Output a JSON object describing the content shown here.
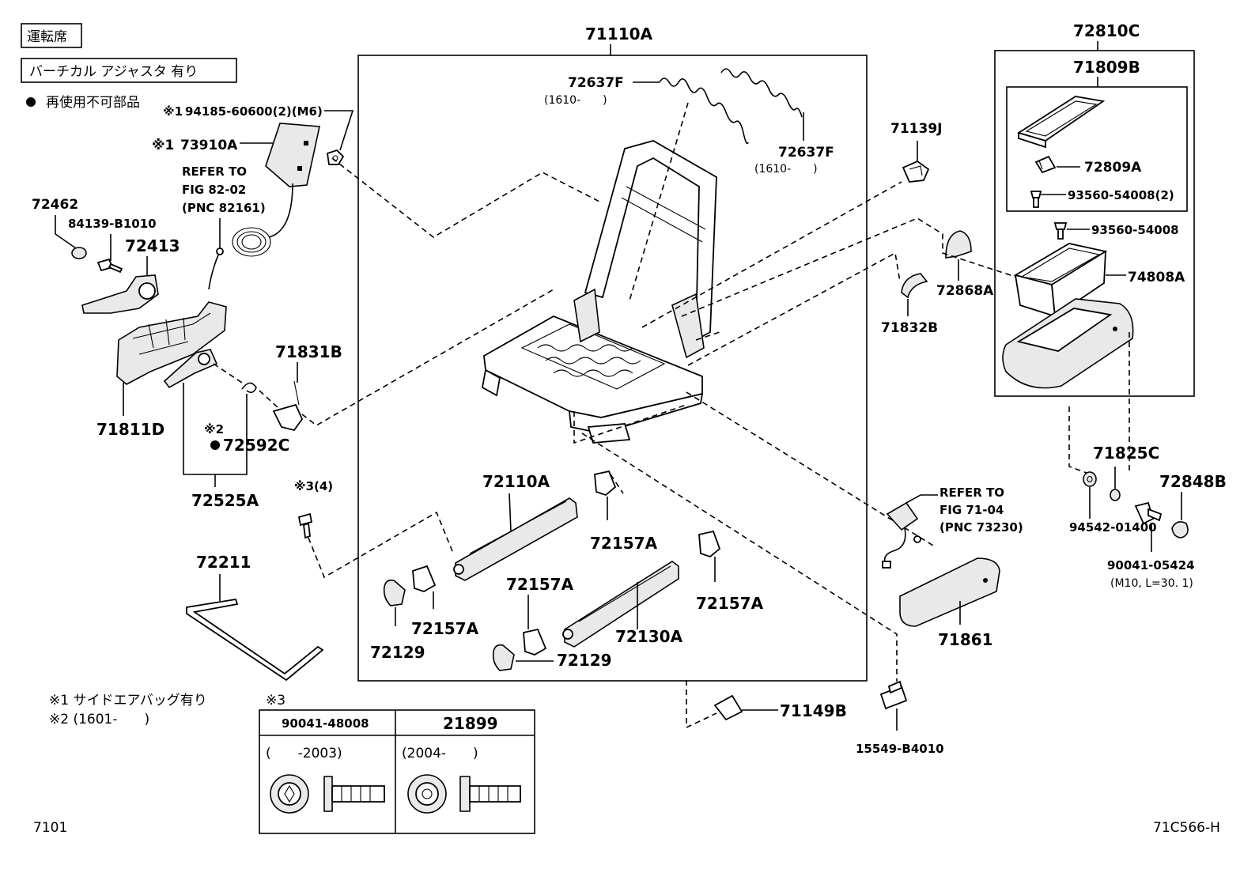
{
  "header": {
    "seat_label": "運転席",
    "adjuster_label": "バーチカル アジャスタ 有り",
    "legend_label": "再使用不可部品"
  },
  "parts": {
    "p71110A": "71110A",
    "p72810C": "72810C",
    "p71809B": "71809B",
    "p72809A": "72809A",
    "p93560_54008_2": "93560-54008(2)",
    "p93560_54008": "93560-54008",
    "p74808A": "74808A",
    "p72868A": "72868A",
    "p71832B": "71832B",
    "p71139J": "71139J",
    "p72637F_a": "72637F",
    "p72637F_a_note": "(1610-　　)",
    "p72637F_b": "72637F",
    "p72637F_b_note": "(1610-　　)",
    "p94185": "94185-60600(2)(M6)",
    "p94185_mark": "※1",
    "p73910A": "73910A",
    "p73910A_mark": "※1",
    "refer1": [
      "REFER TO",
      "FIG 82-02",
      "(PNC 82161)"
    ],
    "p72462": "72462",
    "p84139": "84139-B1010",
    "p72413": "72413",
    "p71811D": "71811D",
    "p71831B": "71831B",
    "p72592C": "72592C",
    "p72592C_mark": "※2",
    "p72525A": "72525A",
    "clip_mark": "※3(4)",
    "p72211": "72211",
    "p72110A": "72110A",
    "p72157A_1": "72157A",
    "p72157A_2": "72157A",
    "p72157A_3": "72157A",
    "p72157A_4": "72157A",
    "p72129_1": "72129",
    "p72129_2": "72129",
    "p72130A": "72130A",
    "p71149B": "71149B",
    "p15549": "15549-B4010",
    "refer2": [
      "REFER TO",
      "FIG 71-04",
      "(PNC 73230)"
    ],
    "p71861": "71861",
    "p71825C": "71825C",
    "p72848B": "72848B",
    "p94542": "94542-01400",
    "p90041_05424": "90041-05424",
    "p90041_05424_note": "(M10, L=30. 1)"
  },
  "notes": {
    "n1": "※1 サイドエアバッグ有り",
    "n2": "※2 (1601-　　)",
    "n3": "※3"
  },
  "table": {
    "col1_header": "90041-48008",
    "col2_header": "21899",
    "col1_range": "(　　-2003)",
    "col2_range": "(2004-　　)"
  },
  "footer": {
    "left_code": "7101",
    "right_code": "71C566-H"
  }
}
